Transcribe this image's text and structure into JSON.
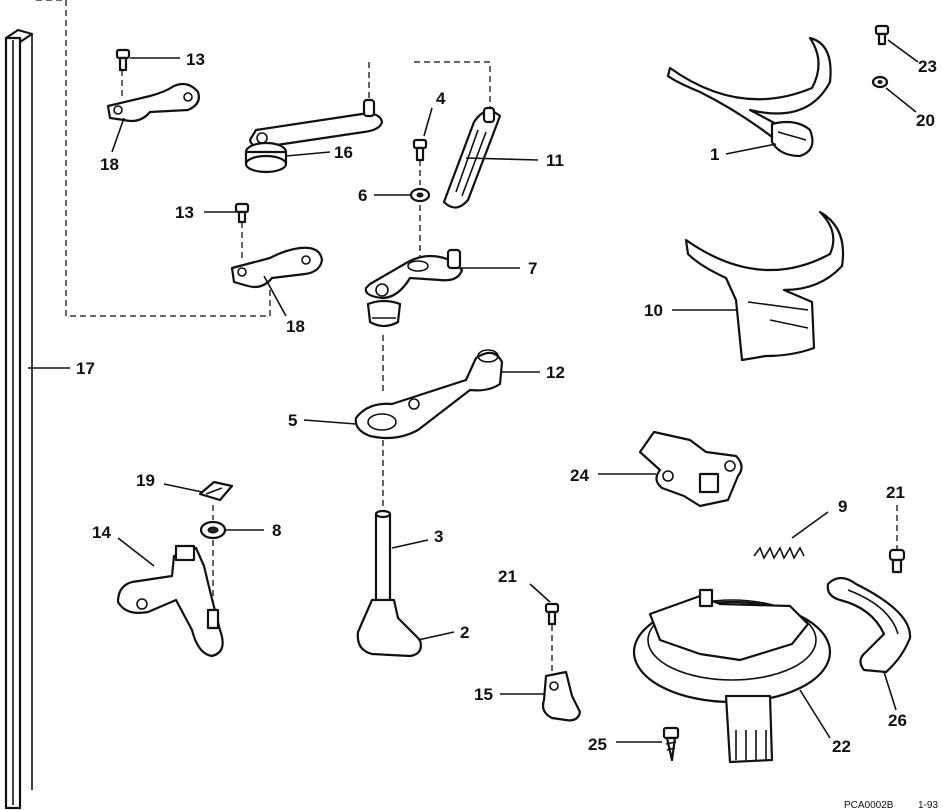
{
  "callouts": {
    "c1": "1",
    "c2": "2",
    "c3": "3",
    "c4": "4",
    "c5": "5",
    "c6": "6",
    "c7": "7",
    "c8": "8",
    "c9": "9",
    "c10": "10",
    "c11": "11",
    "c12": "12",
    "c13a": "13",
    "c13b": "13",
    "c14": "14",
    "c15": "15",
    "c16": "16",
    "c17": "17",
    "c18a": "18",
    "c18b": "18",
    "c19": "19",
    "c20": "20",
    "c21a": "21",
    "c21b": "21",
    "c22": "22",
    "c23": "23",
    "c24": "24",
    "c25": "25",
    "c26": "26"
  },
  "code": "PCA0002B",
  "date": "1-93"
}
